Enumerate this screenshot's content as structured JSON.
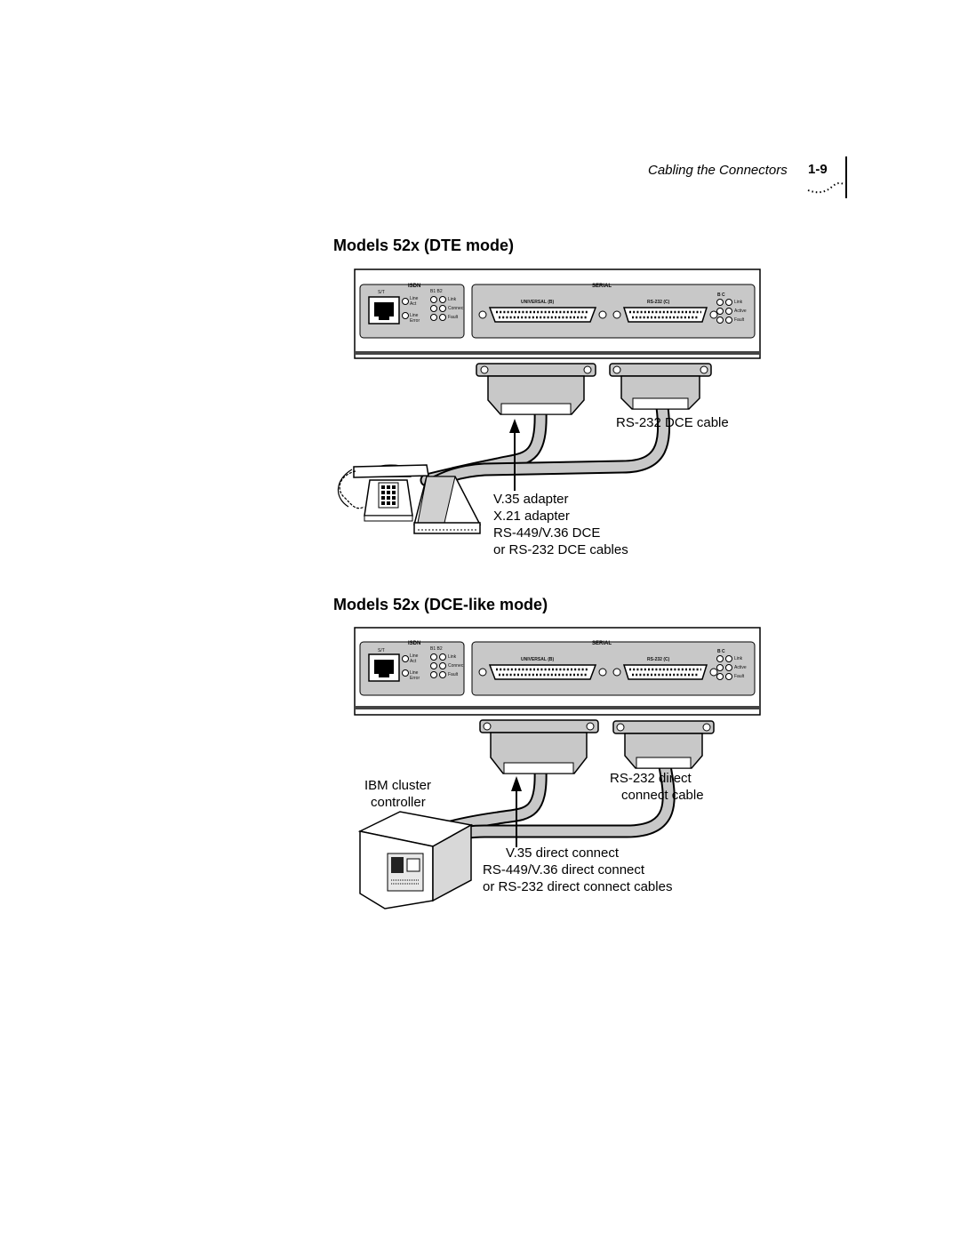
{
  "header": {
    "running_title": "Cabling the Connectors",
    "page_number": "1-9"
  },
  "sections": [
    {
      "title": "Models 52x (DTE mode)",
      "device": {
        "isdn_label": "ISDN",
        "serial_label": "SERIAL",
        "port_label": "S/T",
        "b_channels": "B1 B2",
        "led_left": [
          "Line Act",
          "Line Error"
        ],
        "led_mid": [
          "Link",
          "Connect",
          "Fault"
        ],
        "universal_label": "UNIVERSAL (B)",
        "rs232_label": "RS-232 (C)",
        "bc_label": "B C",
        "led_right": [
          "Link",
          "Active",
          "Fault"
        ]
      },
      "cable_label": "RS-232 DCE cable",
      "adapter_lines": [
        "V.35 adapter",
        "X.21 adapter",
        "RS-449/V.36 DCE",
        "or RS-232 DCE cables"
      ]
    },
    {
      "title": "Models 52x (DCE-like mode)",
      "device": {
        "isdn_label": "ISDN",
        "serial_label": "SERIAL",
        "port_label": "S/T",
        "b_channels": "B1 B2",
        "led_left": [
          "Line Act",
          "Line Error"
        ],
        "led_mid": [
          "Link",
          "Connect",
          "Fault"
        ],
        "universal_label": "UNIVERSAL (B)",
        "rs232_label": "RS-232 (C)",
        "bc_label": "B C",
        "led_right": [
          "Link",
          "Active",
          "Fault"
        ]
      },
      "left_label": [
        "IBM cluster",
        "controller"
      ],
      "cable_label": [
        "RS-232 direct",
        "connect cable"
      ],
      "adapter_lines": [
        "V.35 direct connect",
        "RS-449/V.36 direct connect",
        "or RS-232 direct connect cables"
      ]
    }
  ]
}
